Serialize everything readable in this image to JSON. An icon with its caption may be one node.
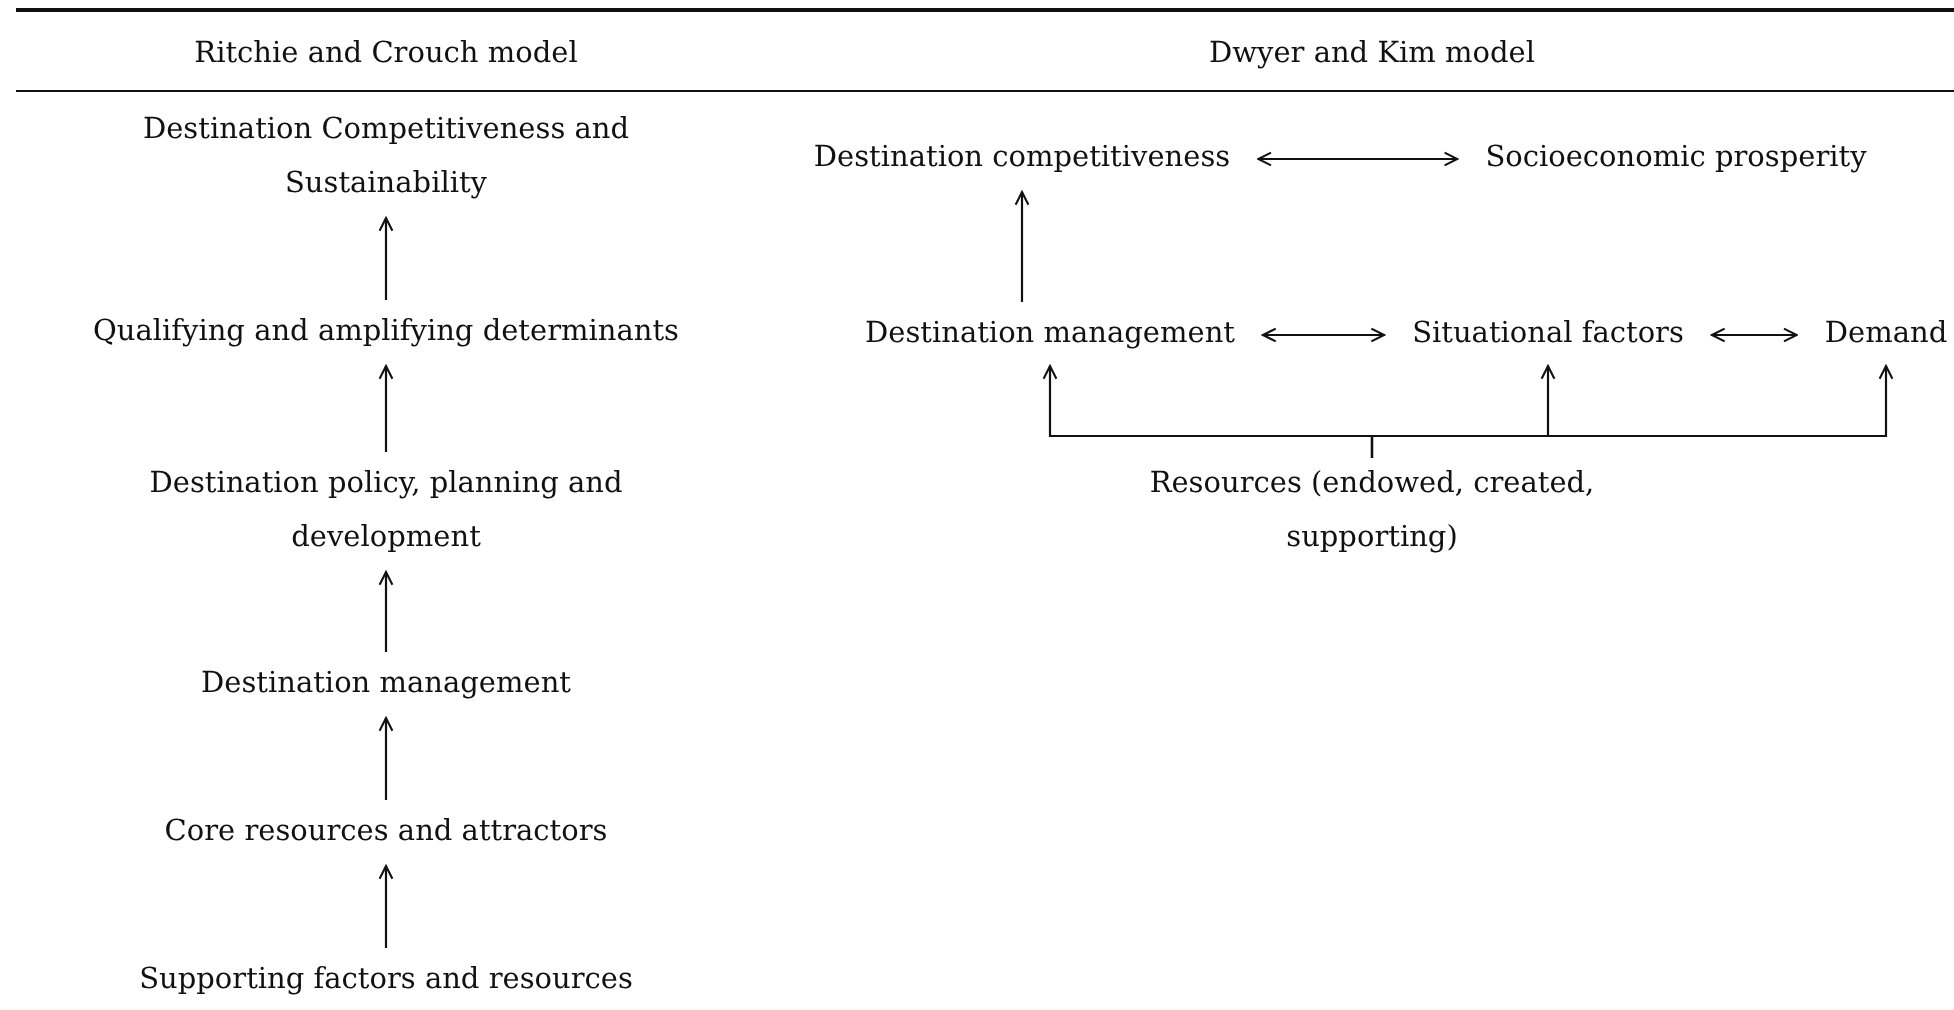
{
  "diagram": {
    "nodes": [
      {
        "text": [
          "Destination Competitiveness and Sustainability"
        ]
      },
      {
        "text": [
          "Qualifying and amplifying determinants"
        ]
      },
      {
        "text": [
          "Destination policy, planning and development"
        ]
      },
      {
        "text": [
          "Destination management"
        ]
      },
      {
        "text": [
          "Core resources and attractors"
        ]
      },
      {
        "text": [
          "Supporting factors and resources"
        ]
      },
      {
        "text": [
          "Destination competitiveness"
        ]
      },
      {
        "text": [
          "Socioeconomic prosperity"
        ]
      },
      {
        "text": [
          "Destination management"
        ]
      },
      {
        "text": [
          "Situational factors"
        ]
      },
      {
        "text": [
          "Demand"
        ]
      },
      {
        "text": [
          "Resources (endowed, created, supporting)"
        ]
      }
    ],
    "edges": [
      {
        "from": 1,
        "to": 0,
        "arrow": "to"
      },
      {
        "from": 2,
        "to": 1,
        "arrow": "to"
      },
      {
        "from": 3,
        "to": 2,
        "arrow": "to"
      },
      {
        "from": 4,
        "to": 3,
        "arrow": "to"
      },
      {
        "from": 5,
        "to": 4,
        "arrow": "to"
      },
      {
        "from": 6,
        "to": 7,
        "arrow": "both"
      },
      {
        "from": 8,
        "to": 6,
        "arrow": "to"
      },
      {
        "from": 8,
        "to": 9,
        "arrow": "both"
      },
      {
        "from": 9,
        "to": 10,
        "arrow": "both"
      },
      {
        "from": 11,
        "to": 8,
        "arrow": "to"
      },
      {
        "from": 11,
        "to": 9,
        "arrow": "to"
      },
      {
        "from": 11,
        "to": 10,
        "arrow": "to"
      }
    ],
    "labels": [
      "Ritchie and Crouch model",
      "Dwyer and Kim model"
    ]
  }
}
